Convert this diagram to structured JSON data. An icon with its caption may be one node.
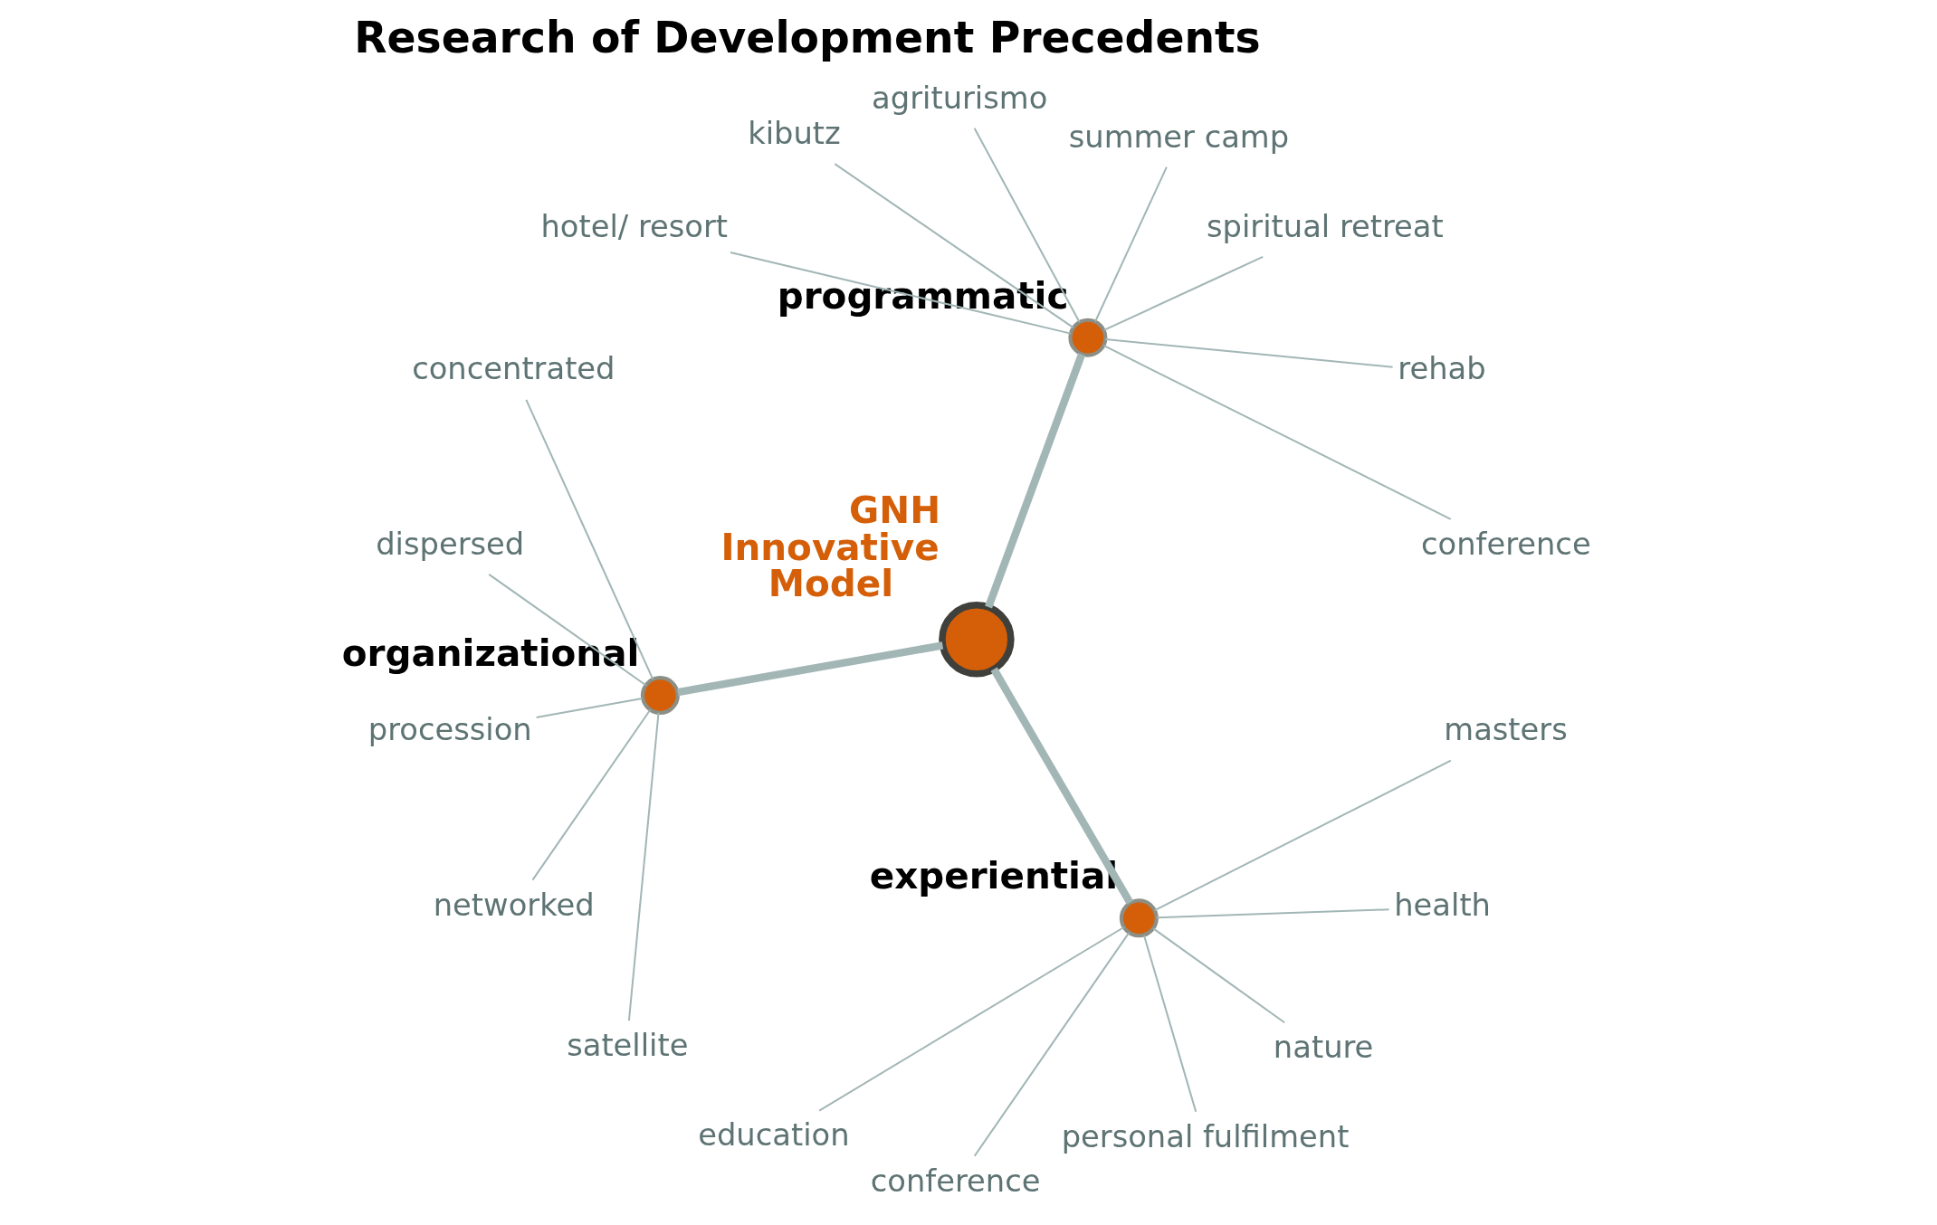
{
  "diagram": {
    "title": "Research of Development Precedents",
    "nodes": [
      {
        "text": [],
        "shape": "circle",
        "beside": [
          "organizational"
        ]
      },
      {
        "text": [
          "concentrated"
        ]
      },
      {
        "text": [
          "dispersed"
        ]
      },
      {
        "text": [
          "procession"
        ]
      },
      {
        "text": [
          "networked"
        ]
      },
      {
        "text": [
          "satellite"
        ]
      },
      {
        "text": [],
        "shape": "circle",
        "beside": [
          "programmatic"
        ]
      },
      {
        "text": [
          "hotel/ resort"
        ]
      },
      {
        "text": [
          "kibutz"
        ]
      },
      {
        "text": [
          "agriturismo"
        ]
      },
      {
        "text": [
          "summer camp"
        ]
      },
      {
        "text": [
          "spiritual retreat"
        ]
      },
      {
        "text": [
          "rehab"
        ]
      },
      {
        "text": [
          "conference"
        ]
      },
      {
        "text": [],
        "shape": "circle",
        "beside": [
          "GNH Innovative Model"
        ]
      },
      {
        "text": [],
        "shape": "circle",
        "beside": [
          "experiential"
        ]
      },
      {
        "text": [
          "education"
        ]
      },
      {
        "text": [
          "conference"
        ]
      },
      {
        "text": [
          "personal fulfilment"
        ]
      },
      {
        "text": [
          "nature"
        ]
      },
      {
        "text": [
          "health"
        ]
      },
      {
        "text": [
          "masters"
        ]
      }
    ],
    "edges": [
      {
        "from": 14,
        "to": 0,
        "arrow": "none",
        "style": "thick"
      },
      {
        "from": 14,
        "to": 6,
        "arrow": "none",
        "style": "thick"
      },
      {
        "from": 14,
        "to": 15,
        "arrow": "none",
        "style": "thick"
      },
      {
        "from": 0,
        "to": 1,
        "arrow": "none"
      },
      {
        "from": 0,
        "to": 2,
        "arrow": "none"
      },
      {
        "from": 0,
        "to": 3,
        "arrow": "none"
      },
      {
        "from": 0,
        "to": 4,
        "arrow": "none"
      },
      {
        "from": 0,
        "to": 5,
        "arrow": "none"
      },
      {
        "from": 6,
        "to": 7,
        "arrow": "none"
      },
      {
        "from": 6,
        "to": 8,
        "arrow": "none"
      },
      {
        "from": 6,
        "to": 9,
        "arrow": "none"
      },
      {
        "from": 6,
        "to": 10,
        "arrow": "none"
      },
      {
        "from": 6,
        "to": 11,
        "arrow": "none"
      },
      {
        "from": 6,
        "to": 12,
        "arrow": "none"
      },
      {
        "from": 6,
        "to": 13,
        "arrow": "none"
      },
      {
        "from": 15,
        "to": 16,
        "arrow": "none"
      },
      {
        "from": 15,
        "to": 17,
        "arrow": "none"
      },
      {
        "from": 15,
        "to": 18,
        "arrow": "none"
      },
      {
        "from": 15,
        "to": 19,
        "arrow": "none"
      },
      {
        "from": 15,
        "to": 20,
        "arrow": "none"
      },
      {
        "from": 15,
        "to": 21,
        "arrow": "none"
      }
    ]
  }
}
